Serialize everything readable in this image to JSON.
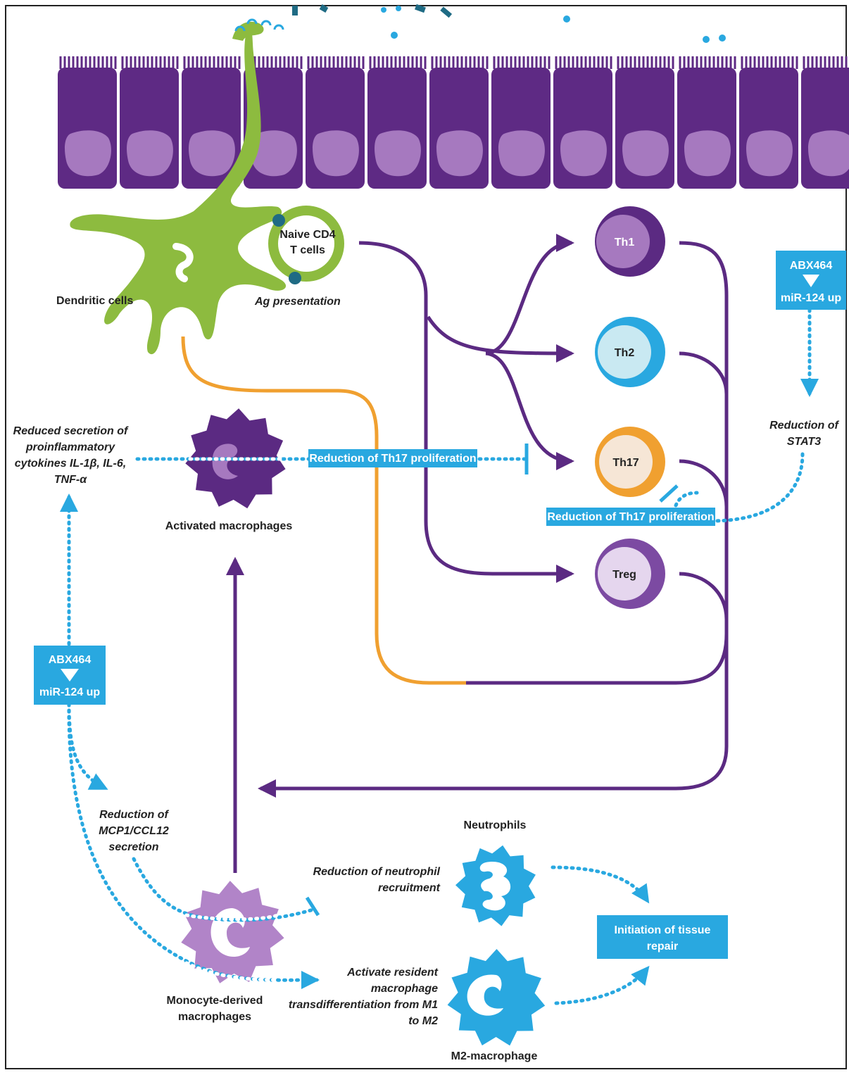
{
  "labels": {
    "dendritic_cells": "Dendritic cells",
    "naive_cd4_line1": "Naive CD4",
    "naive_cd4_line2": "T cells",
    "ag_presentation": "Ag presentation",
    "th1": "Th1",
    "th2": "Th2",
    "th17": "Th17",
    "treg": "Treg",
    "activated_macrophages": "Activated macrophages",
    "reduced_secretion": [
      "Reduced secretion of",
      "proinflammatory",
      "cytokines IL-1β, IL-6,",
      "TNF-α"
    ],
    "reduction_stat3": [
      "Reduction of",
      "STAT3"
    ],
    "reduction_mcp1": [
      "Reduction of",
      "MCP1/CCL12",
      "secretion"
    ],
    "neutrophils": "Neutrophils",
    "reduction_neutrophil": [
      "Reduction of neutrophil",
      "recruitment"
    ],
    "activate_resident": [
      "Activate resident",
      "macrophage",
      "transdifferentiation from M1",
      "to M2"
    ],
    "monocyte_derived": [
      "Monocyte-derived",
      "macrophages"
    ],
    "m2_macrophage": "M2-macrophage"
  },
  "boxes": {
    "abx_right_title": "ABX464",
    "abx_right_sub": "miR-124 up",
    "abx_left_title": "ABX464",
    "abx_left_sub": "miR-124 up",
    "th17_reduction_mid": "Reduction of Th17 proliferation",
    "th17_reduction_right": "Reduction of Th17 proliferation",
    "tissue_repair": [
      "Initiation of tissue",
      "repair"
    ]
  },
  "colors": {
    "purple": "#5b2a82",
    "epithelium": "#5e2a84",
    "nucleus": "#a679bf",
    "green": "#8dbb3f",
    "orange": "#f0a030",
    "blue": "#29a8e0",
    "teal": "#1f6b84"
  }
}
